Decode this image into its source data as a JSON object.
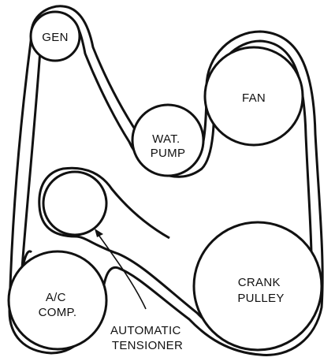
{
  "diagram": {
    "pulleys": {
      "gen": [
        "GEN"
      ],
      "wat_pump": [
        "WAT.",
        "PUMP"
      ],
      "fan": [
        "FAN"
      ],
      "crank": [
        "CRANK",
        "PULLEY"
      ],
      "ac": [
        "A/C",
        "COMP."
      ],
      "tensioner": []
    },
    "callout": {
      "tensioner_label": [
        "AUTOMATIC",
        "TENSIONER"
      ]
    },
    "colors": {
      "ink": "#111111",
      "background": "#ffffff"
    }
  }
}
